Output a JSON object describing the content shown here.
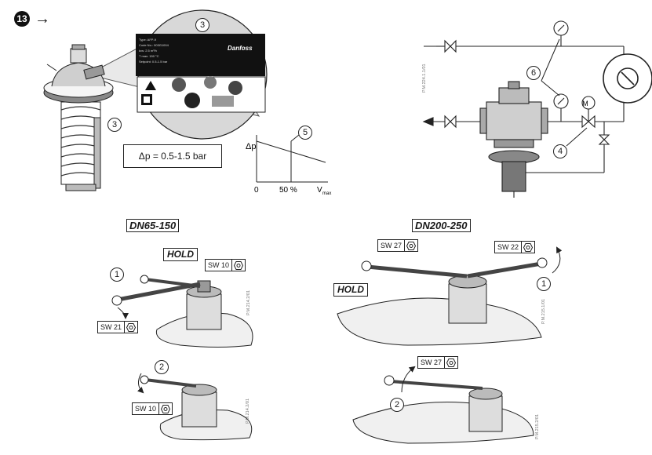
{
  "step": {
    "number": "13",
    "arrow": "→"
  },
  "callouts": {
    "label_panel": "3",
    "actuator": "3",
    "setpoint": "5",
    "gauges": "6",
    "motor_valve": "4",
    "dn65_step1": "1",
    "dn65_step2": "2",
    "dn200_step1": "1",
    "dn200_step2": "2"
  },
  "dp_box": "Δp = 0.5-1.5 bar",
  "graph": {
    "ylabel": "Δp",
    "x0": "0",
    "x50": "50 %",
    "xmax": "V",
    "xmax_sub": "max"
  },
  "motor_letter": "M",
  "dn65": {
    "title": "DN65-150",
    "hold": "HOLD",
    "sw_a": "SW 10",
    "sw_b": "SW 21",
    "sw_c": "SW 10"
  },
  "dn200": {
    "title": "DN200-250",
    "hold": "HOLD",
    "sw_a": "SW 27",
    "sw_b": "SW 22",
    "sw_c": "SW 27"
  },
  "codes": {
    "c1": "P.M.224.1.1/01",
    "c2": "P.M.214.2/01",
    "c3": "P.M.214.2/01",
    "c4": "P.M.215.1/01",
    "c5": "P.M.215.2/01"
  },
  "label_plate": {
    "line1": "Type: AFP-9",
    "line2": "Code No.: 003G1004",
    "line3": "kvs: 2.5 m³/h",
    "line4": "T max: 150 °C",
    "line5": "Setpoint: 0.5-1.5 bar"
  },
  "brand": "Danfoss"
}
